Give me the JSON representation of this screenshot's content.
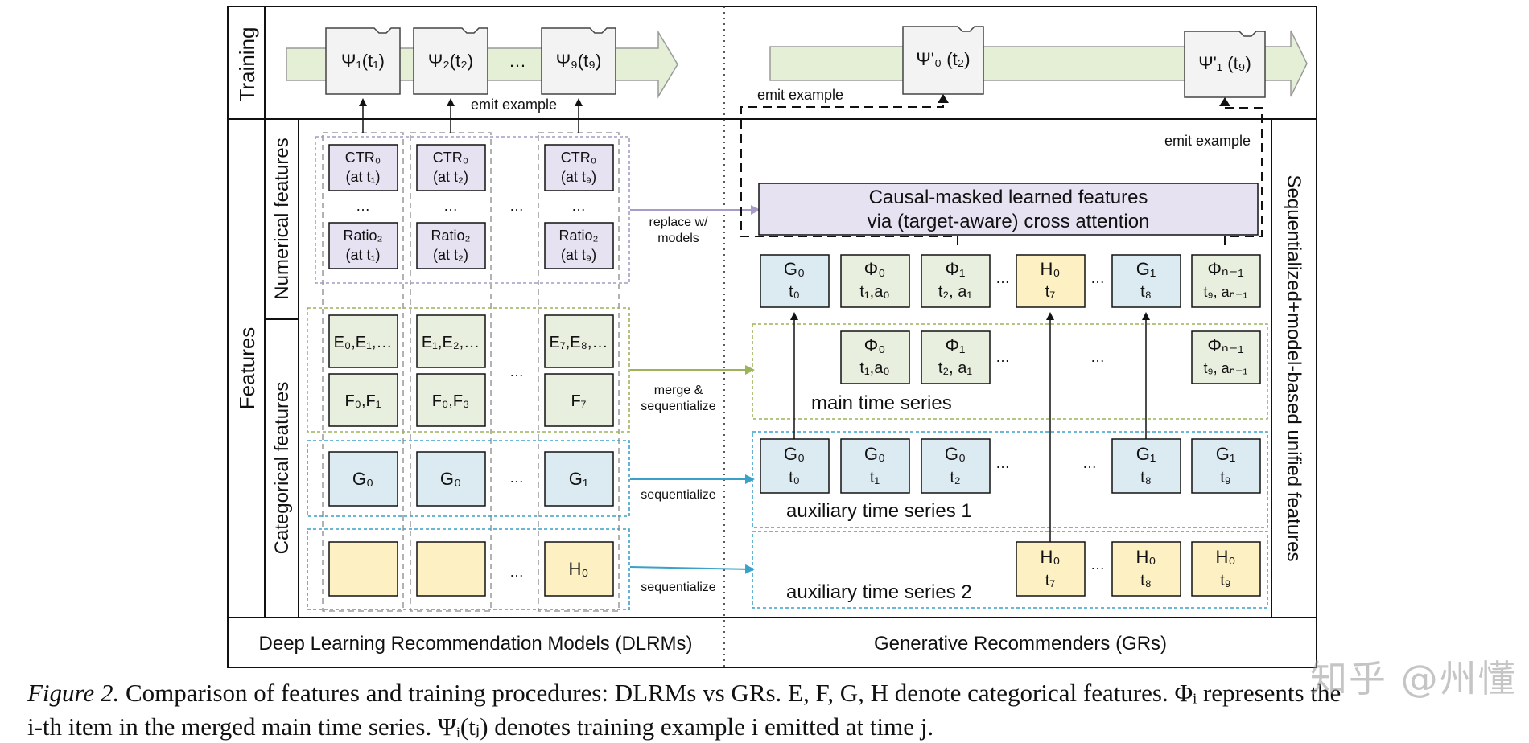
{
  "left": {
    "training": [
      "Ψ₁(t₁)",
      "Ψ₂(t₂)",
      "…",
      "Ψ₉(t₉)"
    ],
    "emit_example": "emit example",
    "numerical": [
      {
        "top": [
          "CTR₀",
          "(at t₁)"
        ],
        "bottom": [
          "Ratio₂",
          "(at t₁)"
        ]
      },
      {
        "top": [
          "CTR₀",
          "(at t₂)"
        ],
        "bottom": [
          "Ratio₂",
          "(at t₂)"
        ]
      },
      {
        "top": [
          "CTR₀",
          "(at t₉)"
        ],
        "bottom": [
          "Ratio₂",
          "(at t₉)"
        ]
      }
    ],
    "e_row": [
      "E₀,E₁,…",
      "E₁,E₂,…",
      "E₇,E₈,…"
    ],
    "f_row": [
      "F₀,F₁",
      "F₀,F₃",
      "F₇"
    ],
    "g_row": [
      "G₀",
      "G₀",
      "G₁"
    ],
    "h_row": [
      "",
      "",
      "H₀"
    ],
    "ellipsis": "…"
  },
  "labels": {
    "training": "Training",
    "features": "Features",
    "numerical_features": "Numerical features",
    "categorical_features": "Categorical features",
    "unified": "Sequentialized+model-based unified features",
    "dlrm": "Deep Learning Recommendation Models (DLRMs)",
    "gr": "Generative Recommenders (GRs)"
  },
  "arrows": {
    "replace": [
      "replace w/",
      "models"
    ],
    "merge": [
      "merge &",
      "sequentialize"
    ],
    "seq1": "sequentialize",
    "seq2": "sequentialize"
  },
  "right": {
    "training": [
      "Ψ'₀ (t₂)",
      "Ψ'₁ (t₉)"
    ],
    "emit_example_left": "emit example",
    "emit_example_right": "emit example",
    "causal": [
      "Causal-masked learned features",
      "via (target-aware) cross attention"
    ],
    "unified_row": [
      {
        "l1": "G₀",
        "l2": "t₀",
        "kind": "g"
      },
      {
        "l1": "Φ₀",
        "l2": "t₁,a₀",
        "kind": "e"
      },
      {
        "l1": "Φ₁",
        "l2": "t₂, a₁",
        "kind": "e"
      },
      {
        "l1": "H₀",
        "l2": "t₇",
        "kind": "h"
      },
      {
        "l1": "G₁",
        "l2": "t₈",
        "kind": "g"
      },
      {
        "l1": "Φₙ₋₁",
        "l2": "t₉, aₙ₋₁",
        "kind": "e"
      }
    ],
    "main_row": [
      {
        "l1": "Φ₀",
        "l2": "t₁,a₀"
      },
      {
        "l1": "Φ₁",
        "l2": "t₂, a₁"
      },
      {
        "l1": "Φₙ₋₁",
        "l2": "t₉, aₙ₋₁"
      }
    ],
    "aux1_row": [
      {
        "l1": "G₀",
        "l2": "t₀"
      },
      {
        "l1": "G₀",
        "l2": "t₁"
      },
      {
        "l1": "G₀",
        "l2": "t₂"
      },
      {
        "l1": "G₁",
        "l2": "t₈"
      },
      {
        "l1": "G₁",
        "l2": "t₉"
      }
    ],
    "aux2_row": [
      {
        "l1": "H₀",
        "l2": "t₇"
      },
      {
        "l1": "H₀",
        "l2": "t₈"
      },
      {
        "l1": "H₀",
        "l2": "t₉"
      }
    ],
    "main_label": "main time series",
    "aux1_label": "auxiliary time series 1",
    "aux2_label": "auxiliary time series 2",
    "ellipsis": "…"
  },
  "caption": {
    "fig": "Figure 2.",
    "line1": " Comparison of features and training procedures: DLRMs vs GRs. E, F, G, H denote categorical features. Φᵢ represents the",
    "line2": "i-th item in the merged main time series. Ψᵢ(tⱼ) denotes training example i emitted at time j."
  },
  "watermark": "知乎 @州懂",
  "colors": {
    "numerical": "#e6e2f2",
    "categorical_ef": "#e9efdf",
    "categorical_g": "#dcebf2",
    "categorical_h": "#fdf1c4",
    "band": "#e4efd6",
    "purple_border": "#a79cc7",
    "green_border": "#9cb35c",
    "blue_border": "#3aa1c8"
  }
}
